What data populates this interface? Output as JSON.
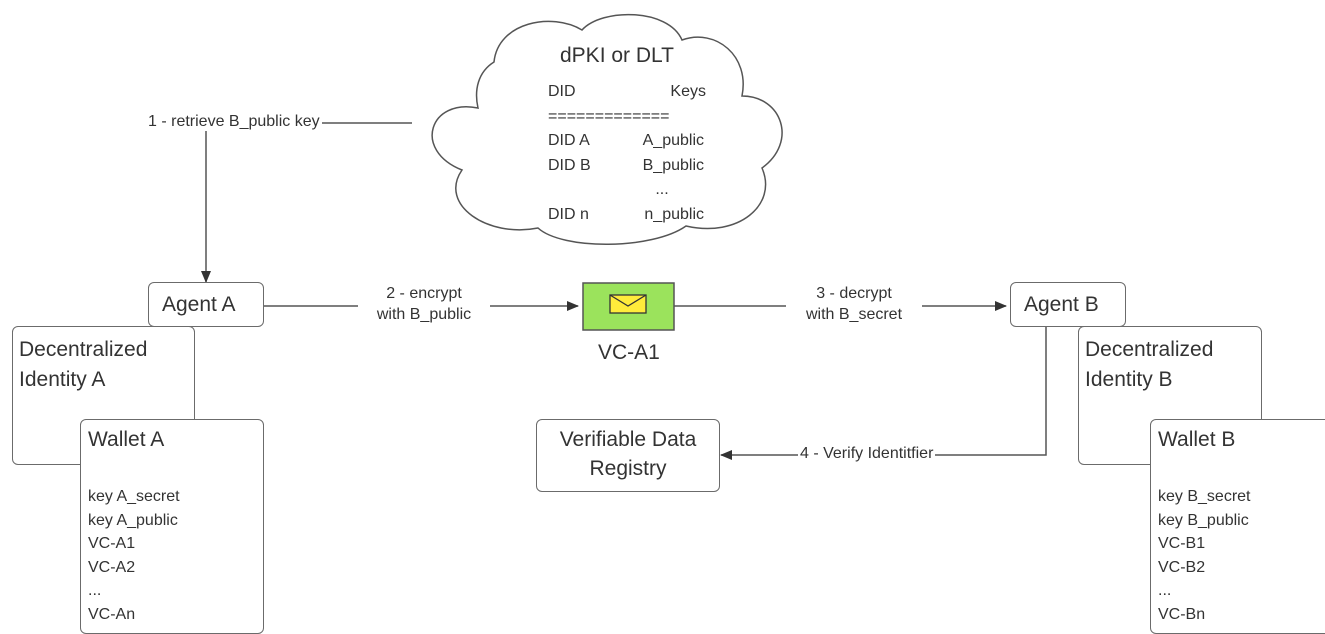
{
  "cloud": {
    "title": "dPKI or DLT",
    "header_did": "DID",
    "header_keys": "Keys",
    "separator": "=============",
    "rows": [
      {
        "did": "DID A",
        "key": "A_public"
      },
      {
        "did": "DID B",
        "key": "B_public"
      },
      {
        "did": "",
        "key": "..."
      },
      {
        "did": "DID n",
        "key": "n_public"
      }
    ]
  },
  "steps": {
    "step1": "1 - retrieve B_public key",
    "step2_line1": "2 - encrypt",
    "step2_line2": "with B_public",
    "step3_line1": "3 - decrypt",
    "step3_line2": "with B_secret",
    "step4": "4 - Verify Identitfier"
  },
  "agent_a": {
    "label": "Agent A",
    "identity": "Decentralized Identity A",
    "identity_line1": "Decentralized",
    "identity_line2": "Identity A",
    "wallet_title": "Wallet A",
    "wallet_items": [
      "key A_secret",
      "key A_public",
      "VC-A1",
      "VC-A2",
      "...",
      "VC-An"
    ]
  },
  "agent_b": {
    "label": "Agent B",
    "identity_line1": "Decentralized",
    "identity_line2": "Identity B",
    "wallet_title": "Wallet B",
    "wallet_items": [
      "key B_secret",
      "key B_public",
      "VC-B1",
      "VC-B2",
      "...",
      "VC-Bn"
    ]
  },
  "message": {
    "label": "VC-A1",
    "box_color": "#9be35c",
    "envelope_color": "#ffeb3b"
  },
  "registry": {
    "line1": "Verifiable Data",
    "line2": "Registry"
  }
}
